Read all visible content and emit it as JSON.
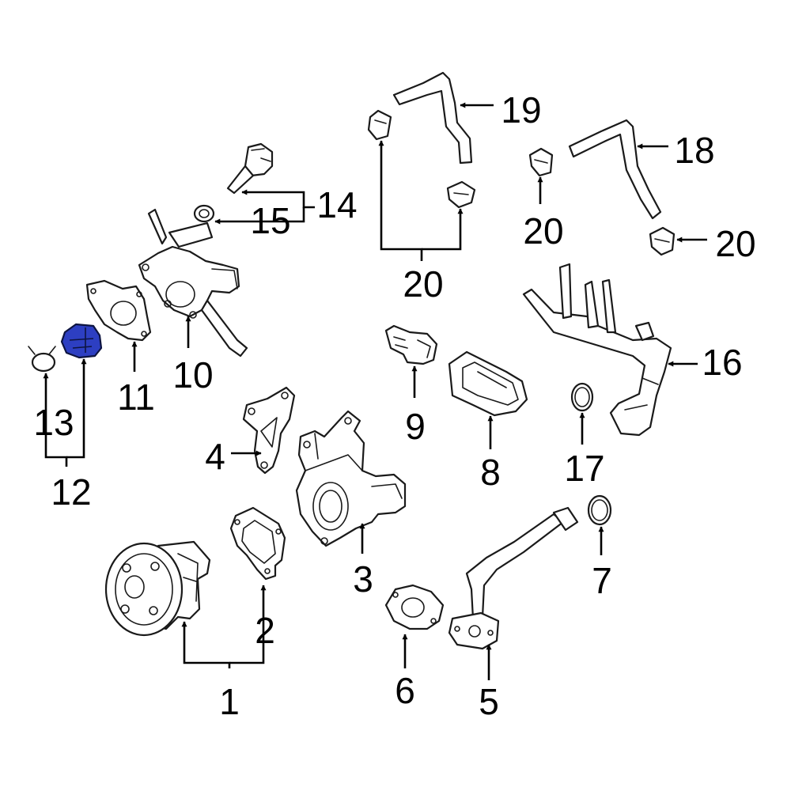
{
  "colors": {
    "background": "#ffffff",
    "line": "#1a1a1a",
    "highlight": "#2d3fc2"
  },
  "highlighted_part": "12",
  "callouts": [
    {
      "id": "c1",
      "label": "1"
    },
    {
      "id": "c2",
      "label": "2"
    },
    {
      "id": "c3",
      "label": "3"
    },
    {
      "id": "c4",
      "label": "4"
    },
    {
      "id": "c5",
      "label": "5"
    },
    {
      "id": "c6",
      "label": "6"
    },
    {
      "id": "c7",
      "label": "7"
    },
    {
      "id": "c8",
      "label": "8"
    },
    {
      "id": "c9",
      "label": "9"
    },
    {
      "id": "c10",
      "label": "10"
    },
    {
      "id": "c11",
      "label": "11"
    },
    {
      "id": "c12",
      "label": "12"
    },
    {
      "id": "c13",
      "label": "13"
    },
    {
      "id": "c14",
      "label": "14"
    },
    {
      "id": "c15",
      "label": "15"
    },
    {
      "id": "c16",
      "label": "16"
    },
    {
      "id": "c17",
      "label": "17"
    },
    {
      "id": "c18",
      "label": "18"
    },
    {
      "id": "c19",
      "label": "19"
    },
    {
      "id": "c20a",
      "label": "20"
    },
    {
      "id": "c20b",
      "label": "20"
    },
    {
      "id": "c20c",
      "label": "20"
    }
  ]
}
